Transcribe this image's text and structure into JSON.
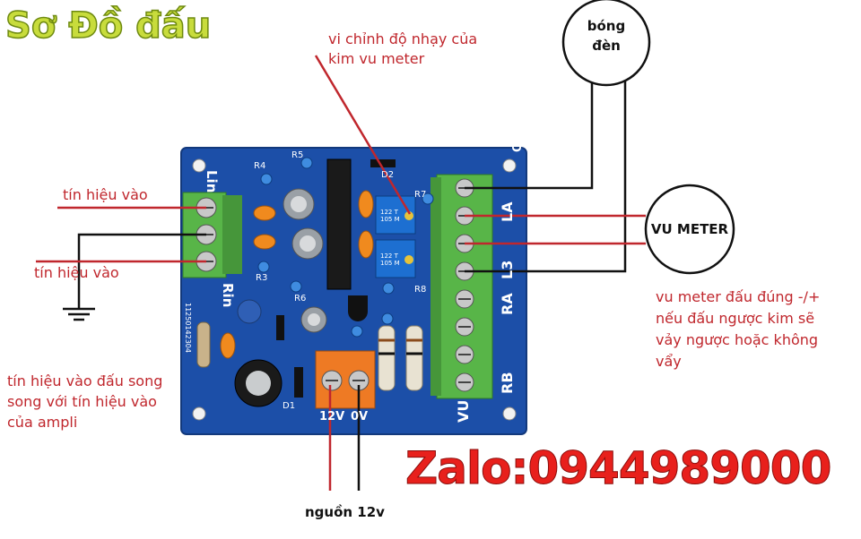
{
  "title": "Sơ Đồ đấu",
  "annotations": {
    "sensitivity": [
      "vi chỉnh độ nhạy của",
      "kim vu meter"
    ],
    "signal_in_top": "tín hiệu vào",
    "signal_in_bottom": "tín hiệu vào",
    "parallel_note": [
      "tín hiệu vào đấu song",
      "song với tín hiệu vào",
      "của ampli"
    ],
    "polarity_note": [
      "vu meter đấu đúng -/+",
      "nếu đấu ngược kim sẽ",
      "vảy ngược hoặc không",
      "vẩy"
    ],
    "power": "nguồn 12v"
  },
  "lamp": {
    "label": [
      "bóng",
      "đèn"
    ]
  },
  "vu_meter": {
    "label": "VU METER"
  },
  "board": {
    "left_terminal_labels": [
      "Lin",
      "Rin"
    ],
    "right_terminal_labels": [
      "OUT",
      "LA",
      "L3",
      "RA",
      "RB",
      "VU"
    ],
    "power_labels": [
      "12V",
      "0V"
    ],
    "component_labels": [
      "R4",
      "R5",
      "R3",
      "R6",
      "R7",
      "R8",
      "D2",
      "D1"
    ],
    "trimmer_text": [
      "122 T",
      "105 M"
    ],
    "silk_code": "11250142304"
  },
  "contact": "Zalo:0944989000",
  "colors": {
    "board": "#1c4fa8",
    "terminal": "#58b548",
    "wire_red": "#c0272d",
    "wire_black": "#111111",
    "title": "#c8dc3c",
    "contact": "#e8201c"
  }
}
